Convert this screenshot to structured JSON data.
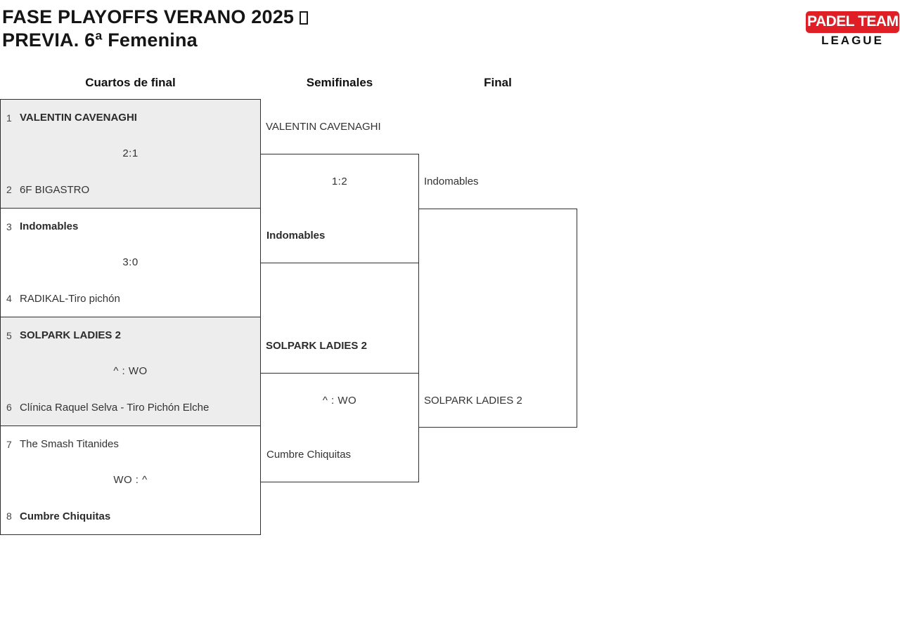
{
  "page": {
    "title_line1": "FASE PLAYOFFS VERANO 2025",
    "title_glyph": "▯",
    "title_line2": "PREVIA. 6ª Femenina"
  },
  "logo": {
    "line1": "PADEL TEAM",
    "line2": "LEAGUE",
    "red": "#e01e25",
    "text_color": "#ffffff"
  },
  "round_headers": {
    "quarterfinals": "Cuartos de final",
    "semifinals": "Semifinales",
    "final": "Final"
  },
  "rounds": {
    "quarterfinals": [
      {
        "seed1": "1",
        "team1": "VALENTIN CAVENAGHI",
        "team1_winner": true,
        "score": "2:1",
        "seed2": "2",
        "team2": "6F BIGASTRO",
        "team2_winner": false
      },
      {
        "seed1": "3",
        "team1": "Indomables",
        "team1_winner": true,
        "score": "3:0",
        "seed2": "4",
        "team2": "RADIKAL-Tiro pichón",
        "team2_winner": false
      },
      {
        "seed1": "5",
        "team1": "SOLPARK LADIES 2",
        "team1_winner": true,
        "score": "^ : WO",
        "seed2": "6",
        "team2": "Clínica Raquel Selva - Tiro Pichón Elche",
        "team2_winner": false
      },
      {
        "seed1": "7",
        "team1": "The Smash Titanides",
        "team1_winner": false,
        "score": "WO : ^",
        "seed2": "8",
        "team2": "Cumbre Chiquitas",
        "team2_winner": true
      }
    ],
    "semifinals": [
      {
        "team1": "VALENTIN CAVENAGHI",
        "team1_winner": false,
        "score": "1:2",
        "team2": "Indomables",
        "team2_winner": true
      },
      {
        "team1": "SOLPARK LADIES 2",
        "team1_winner": true,
        "score": "^ : WO",
        "team2": "Cumbre Chiquitas",
        "team2_winner": false
      }
    ],
    "final": {
      "team1": "Indomables",
      "team2": "SOLPARK LADIES 2",
      "score": ""
    }
  },
  "colors": {
    "box_gray": "#ededed",
    "border": "#2f2f2f",
    "text": "#333333"
  }
}
